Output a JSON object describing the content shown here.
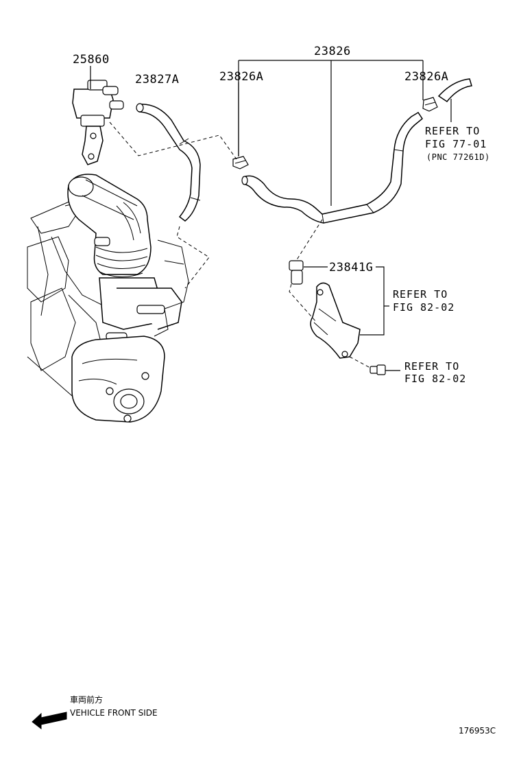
{
  "parts": {
    "p25860": "25860",
    "p23827A": "23827A",
    "p23826": "23826",
    "p23826A_left": "23826A",
    "p23826A_right": "23826A",
    "p23841G": "23841G"
  },
  "references": {
    "fig7701": {
      "line1": "REFER TO",
      "line2": "FIG 77-01",
      "line3": "(PNC 77261D)"
    },
    "fig8202_bracket": {
      "line1": "REFER TO",
      "line2": "FIG 82-02"
    },
    "fig8202_bolt": {
      "line1": "REFER TO",
      "line2": "FIG 82-02"
    }
  },
  "footer": {
    "direction_jp": "車両前方",
    "direction_en": "VEHICLE FRONT SIDE",
    "figure_id": "176953C"
  }
}
